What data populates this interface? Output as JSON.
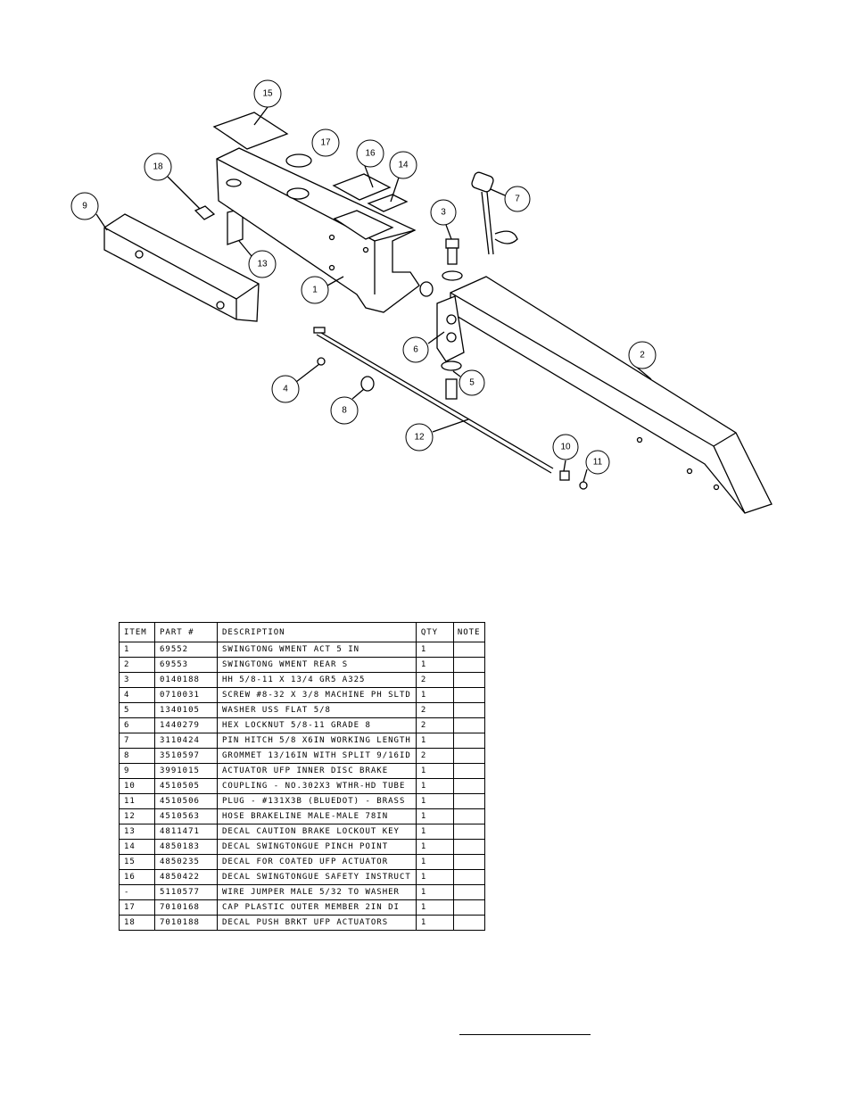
{
  "callouts": {
    "b1": "1",
    "b2": "2",
    "b3": "3",
    "b4": "4",
    "b5": "5",
    "b6": "6",
    "b7": "7",
    "b8": "8",
    "b9": "9",
    "b10": "10",
    "b11": "11",
    "b12": "12",
    "b13": "13",
    "b14": "14",
    "b15": "15",
    "b16": "16",
    "b17": "17",
    "b18": "18"
  },
  "table": {
    "headers": [
      "ITEM",
      "PART #",
      "DESCRIPTION",
      "QTY",
      "NOTE"
    ],
    "rows": [
      {
        "item": "1",
        "part": "69552",
        "desc": "SWINGTONG WMENT ACT 5 IN",
        "qty": "1"
      },
      {
        "item": "2",
        "part": "69553",
        "desc": "SWINGTONG WMENT REAR S",
        "qty": "1"
      },
      {
        "item": "3",
        "part": "0140188",
        "desc": "HH 5/8-11 X 13/4  GR5 A325",
        "qty": "2"
      },
      {
        "item": "4",
        "part": "0710031",
        "desc": "SCREW #8-32 X 3/8 MACHINE PH SLTD",
        "qty": "1"
      },
      {
        "item": "5",
        "part": "1340105",
        "desc": "WASHER USS FLAT 5/8",
        "qty": "2"
      },
      {
        "item": "6",
        "part": "1440279",
        "desc": "HEX LOCKNUT 5/8-11 GRADE 8",
        "qty": "2"
      },
      {
        "item": "7",
        "part": "3110424",
        "desc": "PIN HITCH 5/8 X6IN WORKING LENGTH",
        "qty": "1"
      },
      {
        "item": "8",
        "part": "3510597",
        "desc": "GROMMET 13/16IN  WITH SPLIT 9/16ID",
        "qty": "2"
      },
      {
        "item": "9",
        "part": "3991015",
        "desc": "ACTUATOR UFP INNER  DISC BRAKE",
        "qty": "1"
      },
      {
        "item": "10",
        "part": "4510505",
        "desc": "COUPLING - NO.302X3 WTHR-HD TUBE",
        "qty": "1"
      },
      {
        "item": "11",
        "part": "4510506",
        "desc": "PLUG - #131X3B (BLUEDOT) - BRASS",
        "qty": "1"
      },
      {
        "item": "12",
        "part": "4510563",
        "desc": "HOSE BRAKELINE MALE-MALE 78IN",
        "qty": "1"
      },
      {
        "item": "13",
        "part": "4811471",
        "desc": "DECAL CAUTION BRAKE LOCKOUT KEY",
        "qty": "1"
      },
      {
        "item": "14",
        "part": "4850183",
        "desc": "DECAL SWINGTONGUE PINCH POINT",
        "qty": "1"
      },
      {
        "item": "15",
        "part": "4850235",
        "desc": "DECAL FOR COATED UFP ACTUATOR",
        "qty": "1"
      },
      {
        "item": "16",
        "part": "4850422",
        "desc": "DECAL SWINGTONGUE SAFETY INSTRUCT",
        "qty": "1"
      },
      {
        "item": "-",
        "part": "5110577",
        "desc": "WIRE JUMPER MALE 5/32 TO WASHER",
        "qty": "1"
      },
      {
        "item": "17",
        "part": "7010168",
        "desc": "CAP  PLASTIC OUTER MEMBER 2IN DI",
        "qty": "1"
      },
      {
        "item": "18",
        "part": "7010188",
        "desc": "DECAL PUSH BRKT UFP ACTUATORS",
        "qty": "1"
      }
    ]
  }
}
